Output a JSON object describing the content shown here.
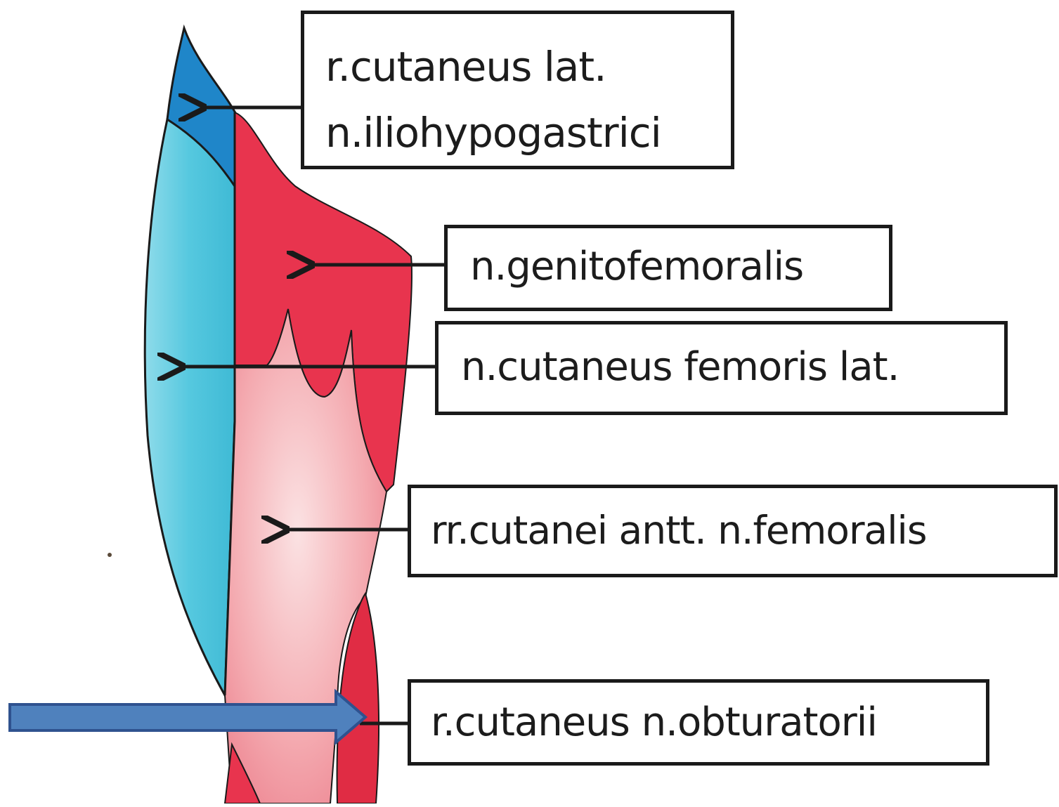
{
  "labels": {
    "iliohypogastrici": {
      "line1": "r.cutaneus lat.",
      "line2": "n.iliohypogastrici"
    },
    "genitofemoralis": "n.genitofemoralis",
    "cutaneus_femoris_lat": "n.cutaneus femoris lat.",
    "femoralis": "rr.cutanei antt. n.femoralis",
    "obturatorii": "r.cutaneus n.obturatorii"
  },
  "colors": {
    "dark_blue": "#1f86c9",
    "light_blue": "#5ccbe0",
    "red": "#e8344e",
    "pink": "#f3a0a6",
    "pointer_arrow": "#4f81bd",
    "pointer_arrow_border": "#2f528f"
  }
}
